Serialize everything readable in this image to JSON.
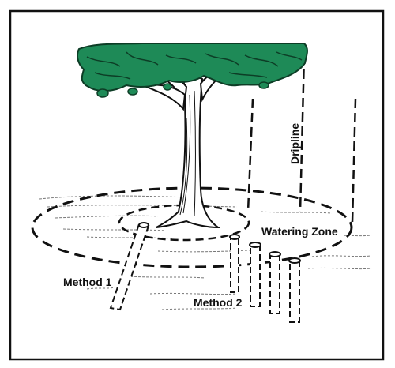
{
  "labels": {
    "dripline": "Dripline",
    "watering_zone": "Watering Zone",
    "method1": "Method 1",
    "method2": "Method 2"
  },
  "colors": {
    "canopy": "#1e8a57",
    "ink": "#111111",
    "background": "#ffffff"
  }
}
